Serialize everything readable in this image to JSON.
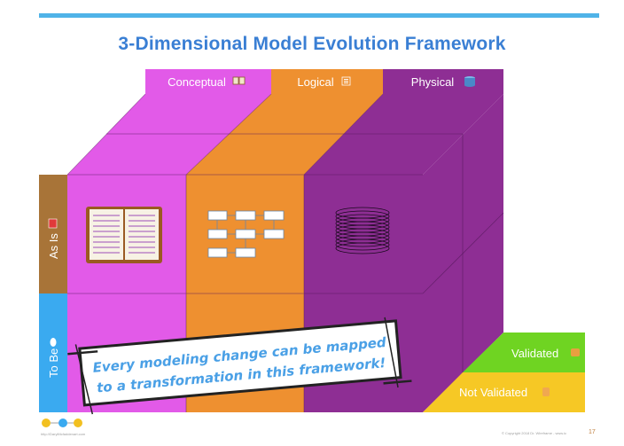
{
  "title": "3-Dimensional Model Evolution Framework",
  "columns": [
    {
      "label": "Conceptual",
      "icon": "book-icon",
      "color": "#e25ae8"
    },
    {
      "label": "Logical",
      "icon": "list-icon",
      "color": "#ee9030"
    },
    {
      "label": "Physical",
      "icon": "database-icon",
      "color": "#8e2e94"
    }
  ],
  "rows": [
    {
      "label": "As Is",
      "icon": "toolbox-icon",
      "color": "#a87438"
    },
    {
      "label": "To Be",
      "icon": "cloud-icon",
      "color": "#3aaaf0"
    }
  ],
  "depth": [
    {
      "label": "Validated",
      "icon": "thumbs-up-icon",
      "color": "#6fd422"
    },
    {
      "label": "Not Validated",
      "icon": "fingers-crossed-icon",
      "color": "#f6c825"
    }
  ],
  "callout": {
    "line1": "Every modeling change can be mapped",
    "line2": "to a transformation in this framework!"
  },
  "footer": {
    "url": "http://DarylMcfaddenart.com",
    "copyright": "© Copyright 2018 Dr. Wireframe - www.ic",
    "page": "17"
  },
  "colors": {
    "accent_bar": "#4fb3e8",
    "title": "#3a7fd4"
  }
}
